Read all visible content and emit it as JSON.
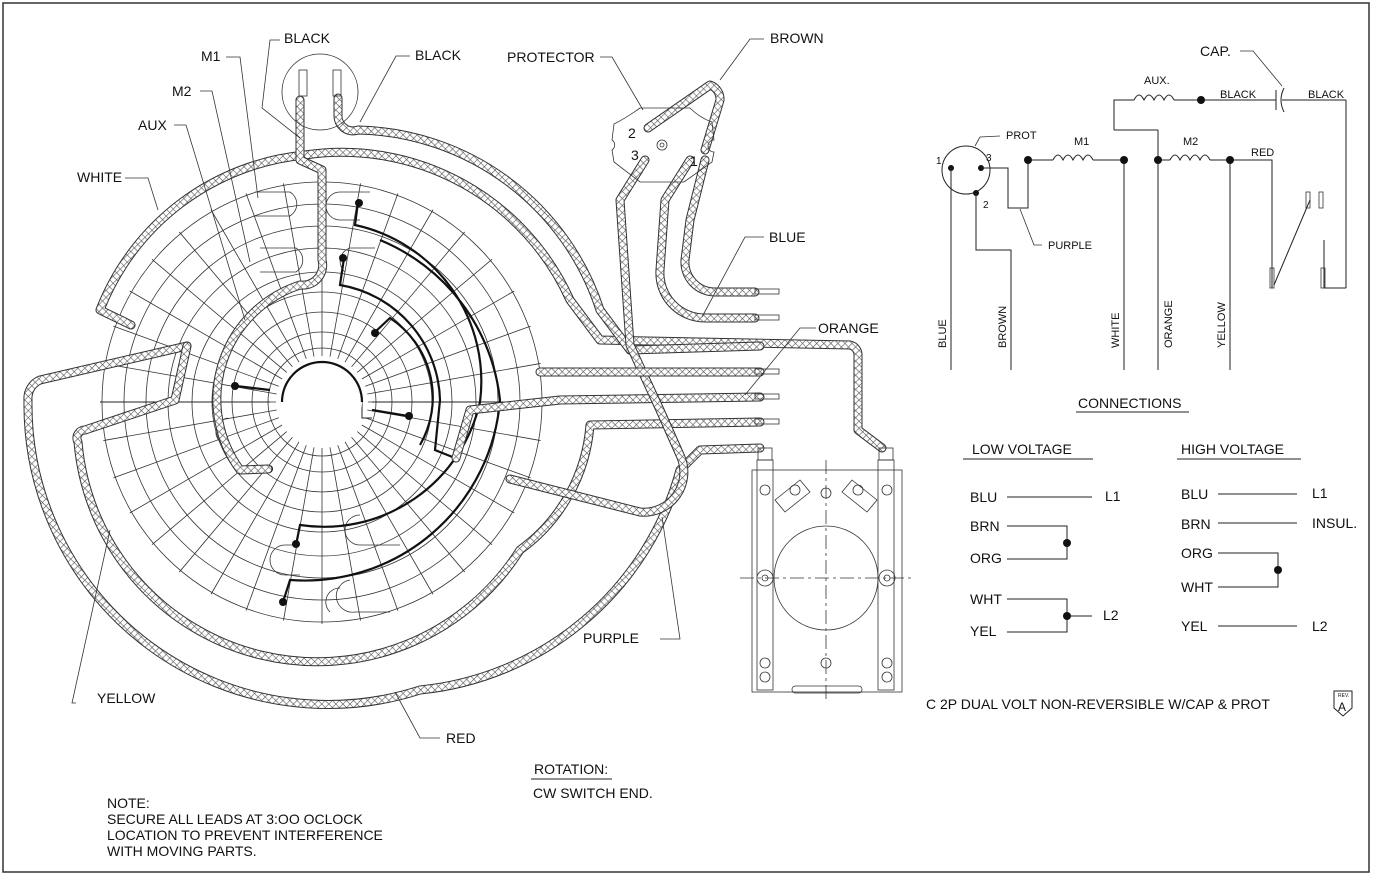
{
  "title_block": {
    "description": "C 2P DUAL VOLT  NON-REVERSIBLE W/CAP & PROT",
    "rev_label": "REV.",
    "rev_value": "A"
  },
  "stator_labels": {
    "black_left": "BLACK",
    "black_right": "BLACK",
    "m1": "M1",
    "m2": "M2",
    "aux": "AUX",
    "white": "WHITE",
    "yellow": "YELLOW",
    "red": "RED",
    "purple": "PURPLE",
    "protector": "PROTECTOR",
    "brown": "BROWN",
    "blue": "BLUE",
    "orange": "ORANGE"
  },
  "protector_terminals": [
    "1",
    "2",
    "3"
  ],
  "schematic": {
    "cap": "CAP.",
    "aux": "AUX.",
    "black_1": "BLACK",
    "black_2": "BLACK",
    "prot": "PROT",
    "m1": "M1",
    "m2": "M2",
    "red": "RED",
    "purple": "PURPLE",
    "terminals": [
      "1",
      "3",
      "2"
    ],
    "leads": [
      "BLUE",
      "BROWN",
      "WHITE",
      "ORANGE",
      "YELLOW"
    ]
  },
  "connections": {
    "title": "CONNECTIONS",
    "low_voltage": {
      "title": "LOW VOLTAGE",
      "rows": [
        {
          "lead": "BLU",
          "to": "L1"
        },
        {
          "lead": "BRN",
          "to": ""
        },
        {
          "lead": "ORG",
          "to": ""
        },
        {
          "lead": "WHT",
          "to": "L2"
        },
        {
          "lead": "YEL",
          "to": ""
        }
      ]
    },
    "high_voltage": {
      "title": "HIGH VOLTAGE",
      "rows": [
        {
          "lead": "BLU",
          "to": "L1"
        },
        {
          "lead": "BRN",
          "to": "INSUL."
        },
        {
          "lead": "ORG",
          "to": ""
        },
        {
          "lead": "WHT",
          "to": ""
        },
        {
          "lead": "YEL",
          "to": "L2"
        }
      ]
    }
  },
  "rotation": {
    "title": "ROTATION:",
    "value": "CW SWITCH END."
  },
  "note": {
    "title": "NOTE:",
    "lines": [
      "SECURE ALL LEADS AT 3:OO OCLOCK",
      "LOCATION TO PREVENT INTERFERENCE",
      "WITH MOVING PARTS."
    ]
  }
}
